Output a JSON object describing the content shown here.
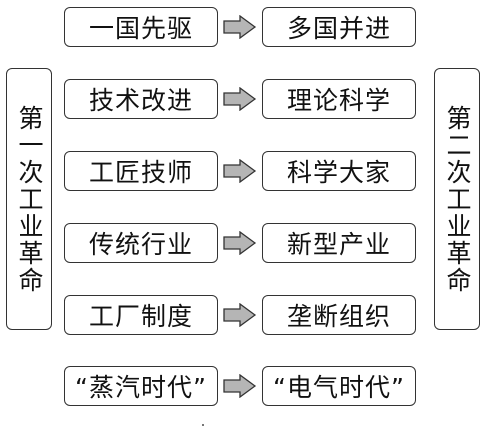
{
  "sides": {
    "left_label": "第一次工业革命",
    "right_label": "第二次工业革命"
  },
  "rows": [
    {
      "from": "一国先驱",
      "to": "多国并进"
    },
    {
      "from": "技术改进",
      "to": "理论科学"
    },
    {
      "from": "工匠技师",
      "to": "科学大家"
    },
    {
      "from": "传统行业",
      "to": "新型产业"
    },
    {
      "from": "工厂制度",
      "to": "垄断组织"
    },
    {
      "from": "“蒸汽时代”",
      "to": "“电气时代”"
    }
  ],
  "colors": {
    "border": "#333333",
    "arrow_fill": "#b5b5b5",
    "text": "#111111"
  }
}
